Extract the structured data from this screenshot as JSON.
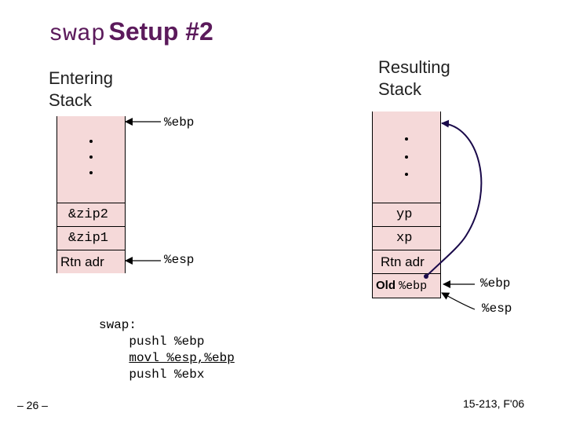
{
  "title": {
    "code": "swap",
    "text": "Setup #2"
  },
  "left_stack": {
    "heading_line1": "Entering",
    "heading_line2": "Stack",
    "cells": [
      "&zip2",
      "&zip1",
      "Rtn adr"
    ],
    "ebp_label": "%ebp",
    "esp_label": "%esp"
  },
  "right_stack": {
    "heading_line1": "Resulting",
    "heading_line2": "Stack",
    "cells": [
      "yp",
      "xp",
      "Rtn adr"
    ],
    "old_ebp_prefix": "Old",
    "old_ebp_reg": "%ebp",
    "ebp_label": "%ebp",
    "esp_label": "%esp"
  },
  "code": {
    "label": "swap:",
    "lines": [
      "pushl %ebp",
      "movl %esp,%ebp",
      "pushl %ebx"
    ]
  },
  "footer": {
    "page": "– 26 –",
    "course": "15-213, F'06"
  },
  "colors": {
    "title": "#5b1a5b",
    "stack_fill": "#f5d9d9",
    "arrow": "#1a0a4a"
  }
}
